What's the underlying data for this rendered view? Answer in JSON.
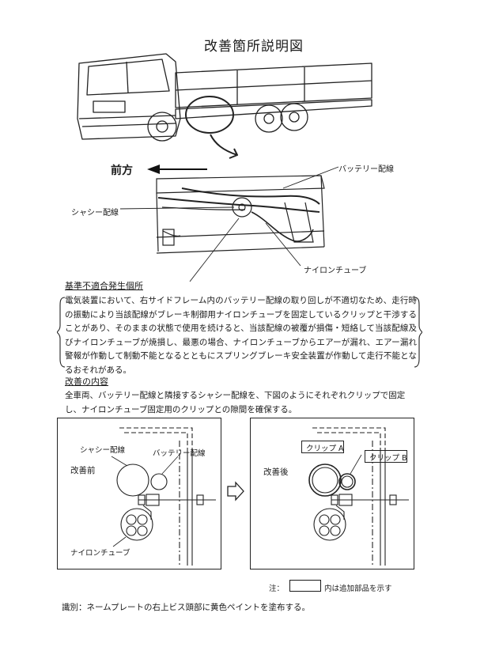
{
  "title": "改善箇所説明図",
  "overview": {
    "forward_label": "前方",
    "battery_wiring_label": "バッテリー配線",
    "chassis_wiring_label": "シャシー配線",
    "nylon_tube_label": "ナイロンチューブ"
  },
  "defect": {
    "heading": "基準不適合発生個所",
    "text": "電気装置において、右サイドフレーム内のバッテリー配線の取り回しが不適切なため、走行時の振動により当該配線がブレーキ制御用ナイロンチューブを固定しているクリップと干渉することがあり、そのままの状態で使用を続けると、当該配線の被覆が損傷・短絡して当該配線及びナイロンチューブが焼損し、最悪の場合、ナイロンチューブからエアーが漏れ、エアー漏れ警報が作動して制動不能となるとともにスプリングブレーキ安全装置が作動して走行不能となるおそれがある。"
  },
  "fix": {
    "heading": "改善の内容",
    "text": "全車両、バッテリー配線と隣接するシャシー配線を、下図のようにそれぞれクリップで固定し、ナイロンチューブ固定用のクリップとの隙間を確保する。"
  },
  "before_diagram": {
    "state_label": "改善前",
    "chassis_wiring_label": "シャシー配線",
    "battery_wiring_label": "バッテリー配線",
    "nylon_tube_label": "ナイロンチューブ"
  },
  "after_diagram": {
    "state_label": "改善後",
    "clip_a_label": "クリップ A",
    "clip_b_label": "クリップ B"
  },
  "note": {
    "label": "注：",
    "text": "内は追加部品を示す"
  },
  "identification": "識別：ネームプレートの右上ビス頭部に黄色ペイントを塗布する。"
}
